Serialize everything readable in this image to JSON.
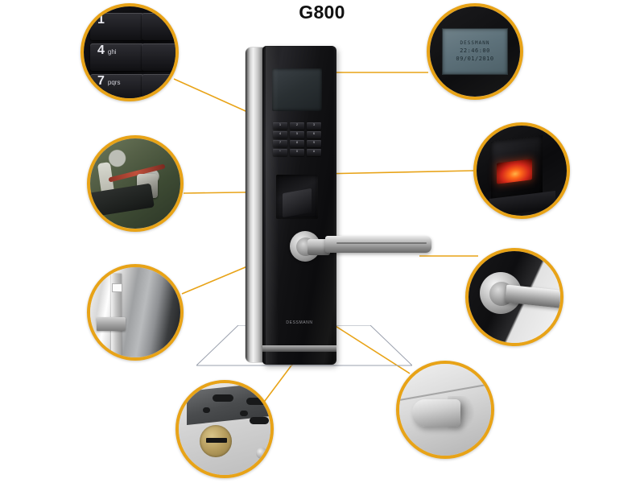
{
  "page": {
    "title": "G800",
    "background_color": "#ffffff",
    "accent_color": "#E8A317",
    "leader_line_color": "#E8A317",
    "floor_outline_color": "#9aa0ad"
  },
  "device": {
    "name": "G800 fingerprint door lock",
    "brand_mark": "DESSMANN",
    "lcd_window": "lcd-display",
    "keypad_keys": [
      {
        "digit": "1",
        "letters": ""
      },
      {
        "digit": "2",
        "letters": "abc"
      },
      {
        "digit": "3",
        "letters": "def"
      },
      {
        "digit": "4",
        "letters": "ghi"
      },
      {
        "digit": "5",
        "letters": "jkl"
      },
      {
        "digit": "6",
        "letters": "mno"
      },
      {
        "digit": "7",
        "letters": "pqrs"
      },
      {
        "digit": "8",
        "letters": "tuv"
      },
      {
        "digit": "9",
        "letters": "wxyz"
      },
      {
        "digit": "*",
        "letters": ""
      },
      {
        "digit": "0",
        "letters": ""
      },
      {
        "digit": "#",
        "letters": ""
      }
    ],
    "fingerprint_sensor": "fingerprint-scanner",
    "handle": "lever-handle"
  },
  "callouts": [
    {
      "id": "keypad",
      "name": "keypad-closeup",
      "subject": "Backlit numeric keypad",
      "keys": [
        {
          "digit": "1",
          "letters": ""
        },
        {
          "digit": "4",
          "letters": "ghi"
        },
        {
          "digit": "7",
          "letters": "pqrs"
        }
      ]
    },
    {
      "id": "display",
      "name": "lcd-display-closeup",
      "subject": "LCD status display",
      "screen_lines": [
        "DESSMANN",
        "22:46:00",
        "09/01/2010"
      ]
    },
    {
      "id": "fingerprint",
      "name": "fingerprint-sensor-closeup",
      "subject": "Optical fingerprint scanner with red illumination"
    },
    {
      "id": "internals",
      "name": "internal-electronics-closeup",
      "subject": "Internal circuit board and motor assembly"
    },
    {
      "id": "latch",
      "name": "door-edge-latch-closeup",
      "subject": "Door edge faceplate and latch bolt"
    },
    {
      "id": "handle",
      "name": "lever-handle-closeup",
      "subject": "Stainless lever handle and rosette"
    },
    {
      "id": "mortise",
      "name": "mortise-lock-body-closeup",
      "subject": "Mortise lock body with brass key cylinder"
    },
    {
      "id": "thumbturn",
      "name": "thumbturn-knob-closeup",
      "subject": "Interior thumb-turn knob"
    }
  ]
}
